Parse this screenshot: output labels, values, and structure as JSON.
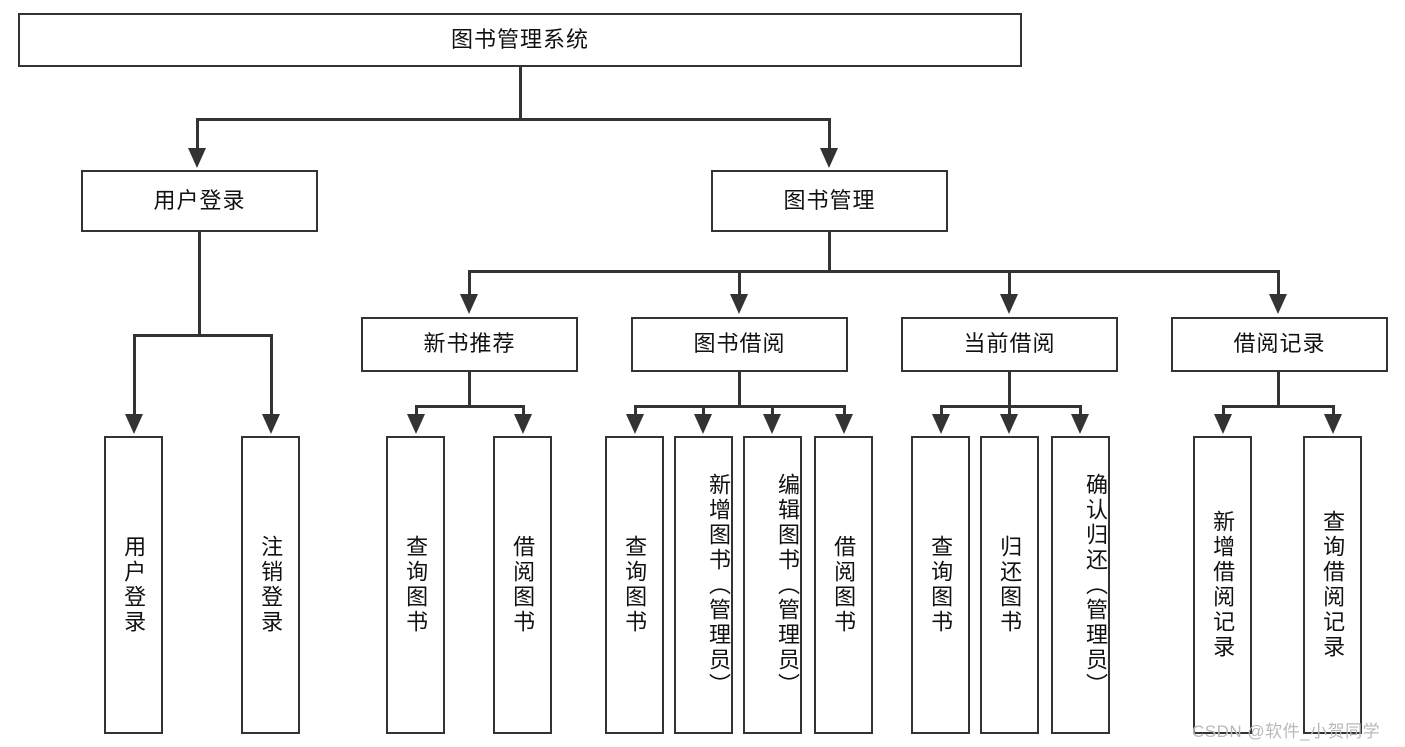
{
  "diagram": {
    "title_node": {
      "label": "图书管理系统"
    },
    "level2": [
      {
        "id": "user-login",
        "label": "用户登录"
      },
      {
        "id": "book-manage",
        "label": "图书管理"
      }
    ],
    "level3": [
      {
        "id": "new-book-recommend",
        "label": "新书推荐"
      },
      {
        "id": "book-borrow",
        "label": "图书借阅"
      },
      {
        "id": "current-borrow",
        "label": "当前借阅"
      },
      {
        "id": "borrow-record",
        "label": "借阅记录"
      }
    ],
    "leaves": [
      {
        "id": "leaf-user-login",
        "label": "用户登录"
      },
      {
        "id": "leaf-logout-login",
        "label": "注销登录"
      },
      {
        "id": "leaf-query-book-1",
        "label": "查询图书"
      },
      {
        "id": "leaf-borrow-book-1",
        "label": "借阅图书"
      },
      {
        "id": "leaf-query-book-2",
        "label": "查询图书"
      },
      {
        "id": "leaf-add-book-admin",
        "label": "新增图书（管理员）"
      },
      {
        "id": "leaf-edit-book-admin",
        "label": "编辑图书（管理员）"
      },
      {
        "id": "leaf-borrow-book-2",
        "label": "借阅图书"
      },
      {
        "id": "leaf-query-book-3",
        "label": "查询图书"
      },
      {
        "id": "leaf-return-book",
        "label": "归还图书"
      },
      {
        "id": "leaf-confirm-return-admin",
        "label": "确认归还（管理员）"
      },
      {
        "id": "leaf-add-borrow-record",
        "label": "新增借阅记录"
      },
      {
        "id": "leaf-query-borrow-record",
        "label": "查询借阅记录"
      }
    ]
  },
  "watermark": {
    "text": "CSDN @软件_小贺同学"
  },
  "colors": {
    "stroke": "#333333",
    "background": "#ffffff",
    "text": "#111111",
    "watermark": "#b9b9b9"
  }
}
